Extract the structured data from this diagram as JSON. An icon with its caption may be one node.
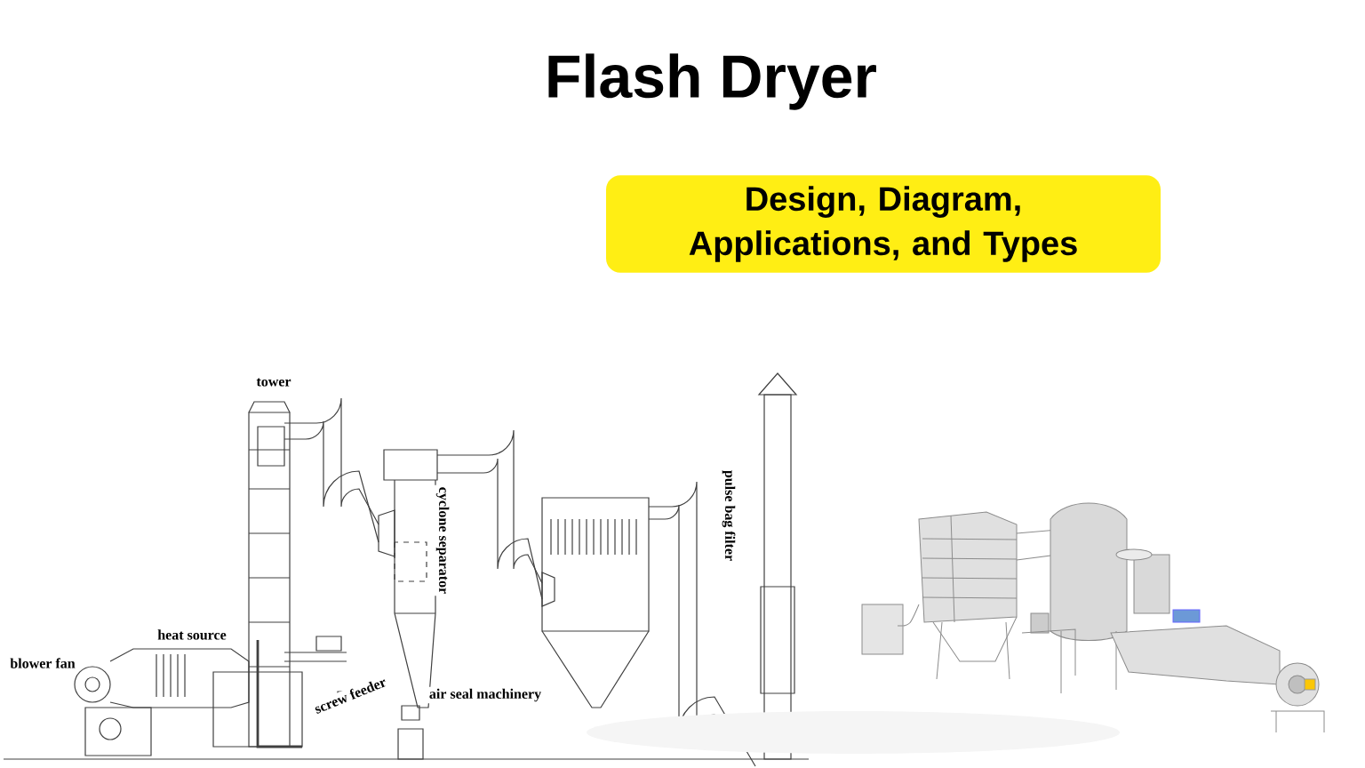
{
  "diagram": {
    "title": "Flash Dryer",
    "nodes": [
      {
        "text": [
          "Design, Diagram, Applications, and Types"
        ]
      }
    ],
    "labels": [
      "tower",
      "cyclone separator",
      "pulse bag filter",
      "blower fan",
      "heat source",
      "screw feeder",
      "air seal machinery"
    ]
  }
}
